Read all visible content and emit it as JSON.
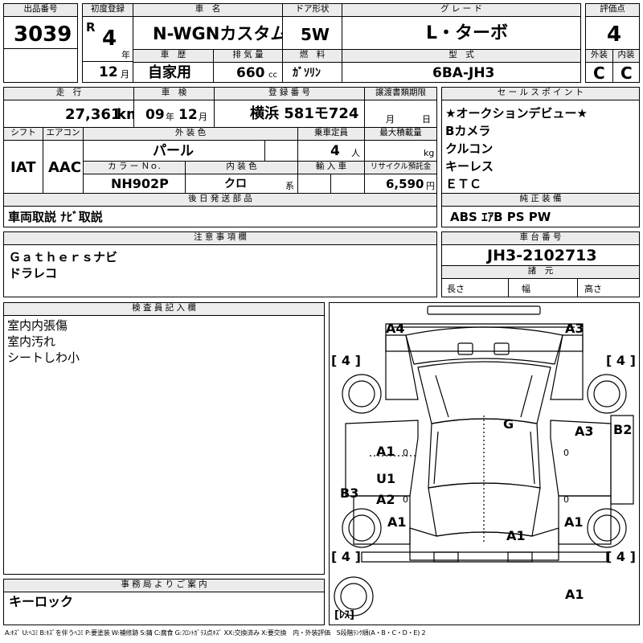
{
  "lot": {
    "header": "出品番号",
    "value": "3039"
  },
  "first_reg": {
    "header": "初度登録",
    "era": "R",
    "year": "4",
    "year_unit": "年",
    "month": "12",
    "month_unit": "月"
  },
  "name": {
    "header": "車　名",
    "value": "N-WGNカスタム"
  },
  "door": {
    "header": "ドア形状",
    "value": "5W"
  },
  "grade": {
    "header": "グ レ ー ド",
    "value": "L・ターボ"
  },
  "score": {
    "header": "評価点",
    "value": "4",
    "ext_header": "外装",
    "ext_value": "C",
    "int_header": "内装",
    "int_value": "C"
  },
  "history": {
    "header": "車　歴",
    "value": "自家用"
  },
  "displacement": {
    "header": "排 気 量",
    "value": "660",
    "unit": "cc"
  },
  "fuel": {
    "header": "燃　料",
    "value": "ｶﾞｿﾘﾝ"
  },
  "model_code": {
    "header": "型　式",
    "value": "6BA-JH3"
  },
  "mileage": {
    "header": "走　行",
    "value": "27,361",
    "unit": "km"
  },
  "inspection": {
    "header": "車　検",
    "year": "09",
    "year_unit": "年",
    "month": "12",
    "month_unit": "月"
  },
  "registration": {
    "header": "登 録 番 号",
    "value": "横浜 581モ724"
  },
  "transfer": {
    "header": "譲渡書類期限",
    "month_unit": "月",
    "day_unit": "日"
  },
  "sales_points": {
    "header": "セ ー ル ス ポ イ ン ト",
    "lines": [
      "★オークションデビュー★",
      "Bカメラ",
      "クルコン",
      "キーレス",
      "ＥＴＣ"
    ]
  },
  "shift": {
    "header": "シフト",
    "value": "IAT"
  },
  "aircon": {
    "header": "エアコン",
    "value": "AAC"
  },
  "exterior_color": {
    "header": "外 装 色",
    "value": "パール"
  },
  "capacity": {
    "header": "乗車定員",
    "value": "4",
    "unit": "人"
  },
  "max_load": {
    "header": "最大積載量",
    "unit": "kg"
  },
  "color_no": {
    "header": "カ ラ ー Ｎｏ.",
    "value": "NH902P"
  },
  "interior_color": {
    "header": "内 装 色",
    "value": "クロ",
    "suffix": "系"
  },
  "import": {
    "header": "輸 入 車"
  },
  "recycle": {
    "header": "リサイクル預託金",
    "value": "6,590",
    "unit": "円"
  },
  "later_parts": {
    "header": "後 日 発 送 部 品",
    "value": "車両取説 ﾅﾋﾞ取説"
  },
  "equipment": {
    "header": "純 正 装 備",
    "value": "ABS ｴｱB PS PW"
  },
  "notes": {
    "header": "注 意 事 項 欄",
    "lines": [
      "Ｇａｔｈｅｒｓナビ",
      "ドラレコ"
    ]
  },
  "chassis": {
    "header": "車 台 番 号",
    "value": "JH3-2102713"
  },
  "dimensions": {
    "header": "諸　元",
    "length": "長さ",
    "width": "幅",
    "height": "高さ"
  },
  "inspector": {
    "header": "検 査 員 記 入 欄",
    "lines": [
      "室内内張傷",
      "室内汚れ",
      "シートしわ小"
    ]
  },
  "office": {
    "header": "事 務 局 よ り ご 案 内",
    "value": "キーロック"
  },
  "diagram": {
    "tire_brackets": [
      "[ 4 ]",
      "[ 4 ]",
      "[ 4 ]",
      "[ 4 ]"
    ],
    "spare": "[ﾚｽ]",
    "marks": [
      "A4",
      "A3",
      "G",
      "A3",
      "B2",
      "A1",
      "U1",
      "A2",
      "B3",
      "A1",
      "A1",
      "A1",
      "A1"
    ],
    "zeros": [
      "0",
      "0",
      "0",
      "0"
    ]
  },
  "legend": "A:ｷｽﾞ U:ﾍｺﾐ B:ｷｽﾞを伴うﾍｺﾐ P:要塗装 W:補修跡 S:錆 C:腐食 G:ﾌﾛﾝﾄｶﾞﾗｽ点ｷｽﾞ XX:交換済み X:要交換　内・外装評価　5段階ﾗﾝｸ順(A・B・C・D・E) 2"
}
